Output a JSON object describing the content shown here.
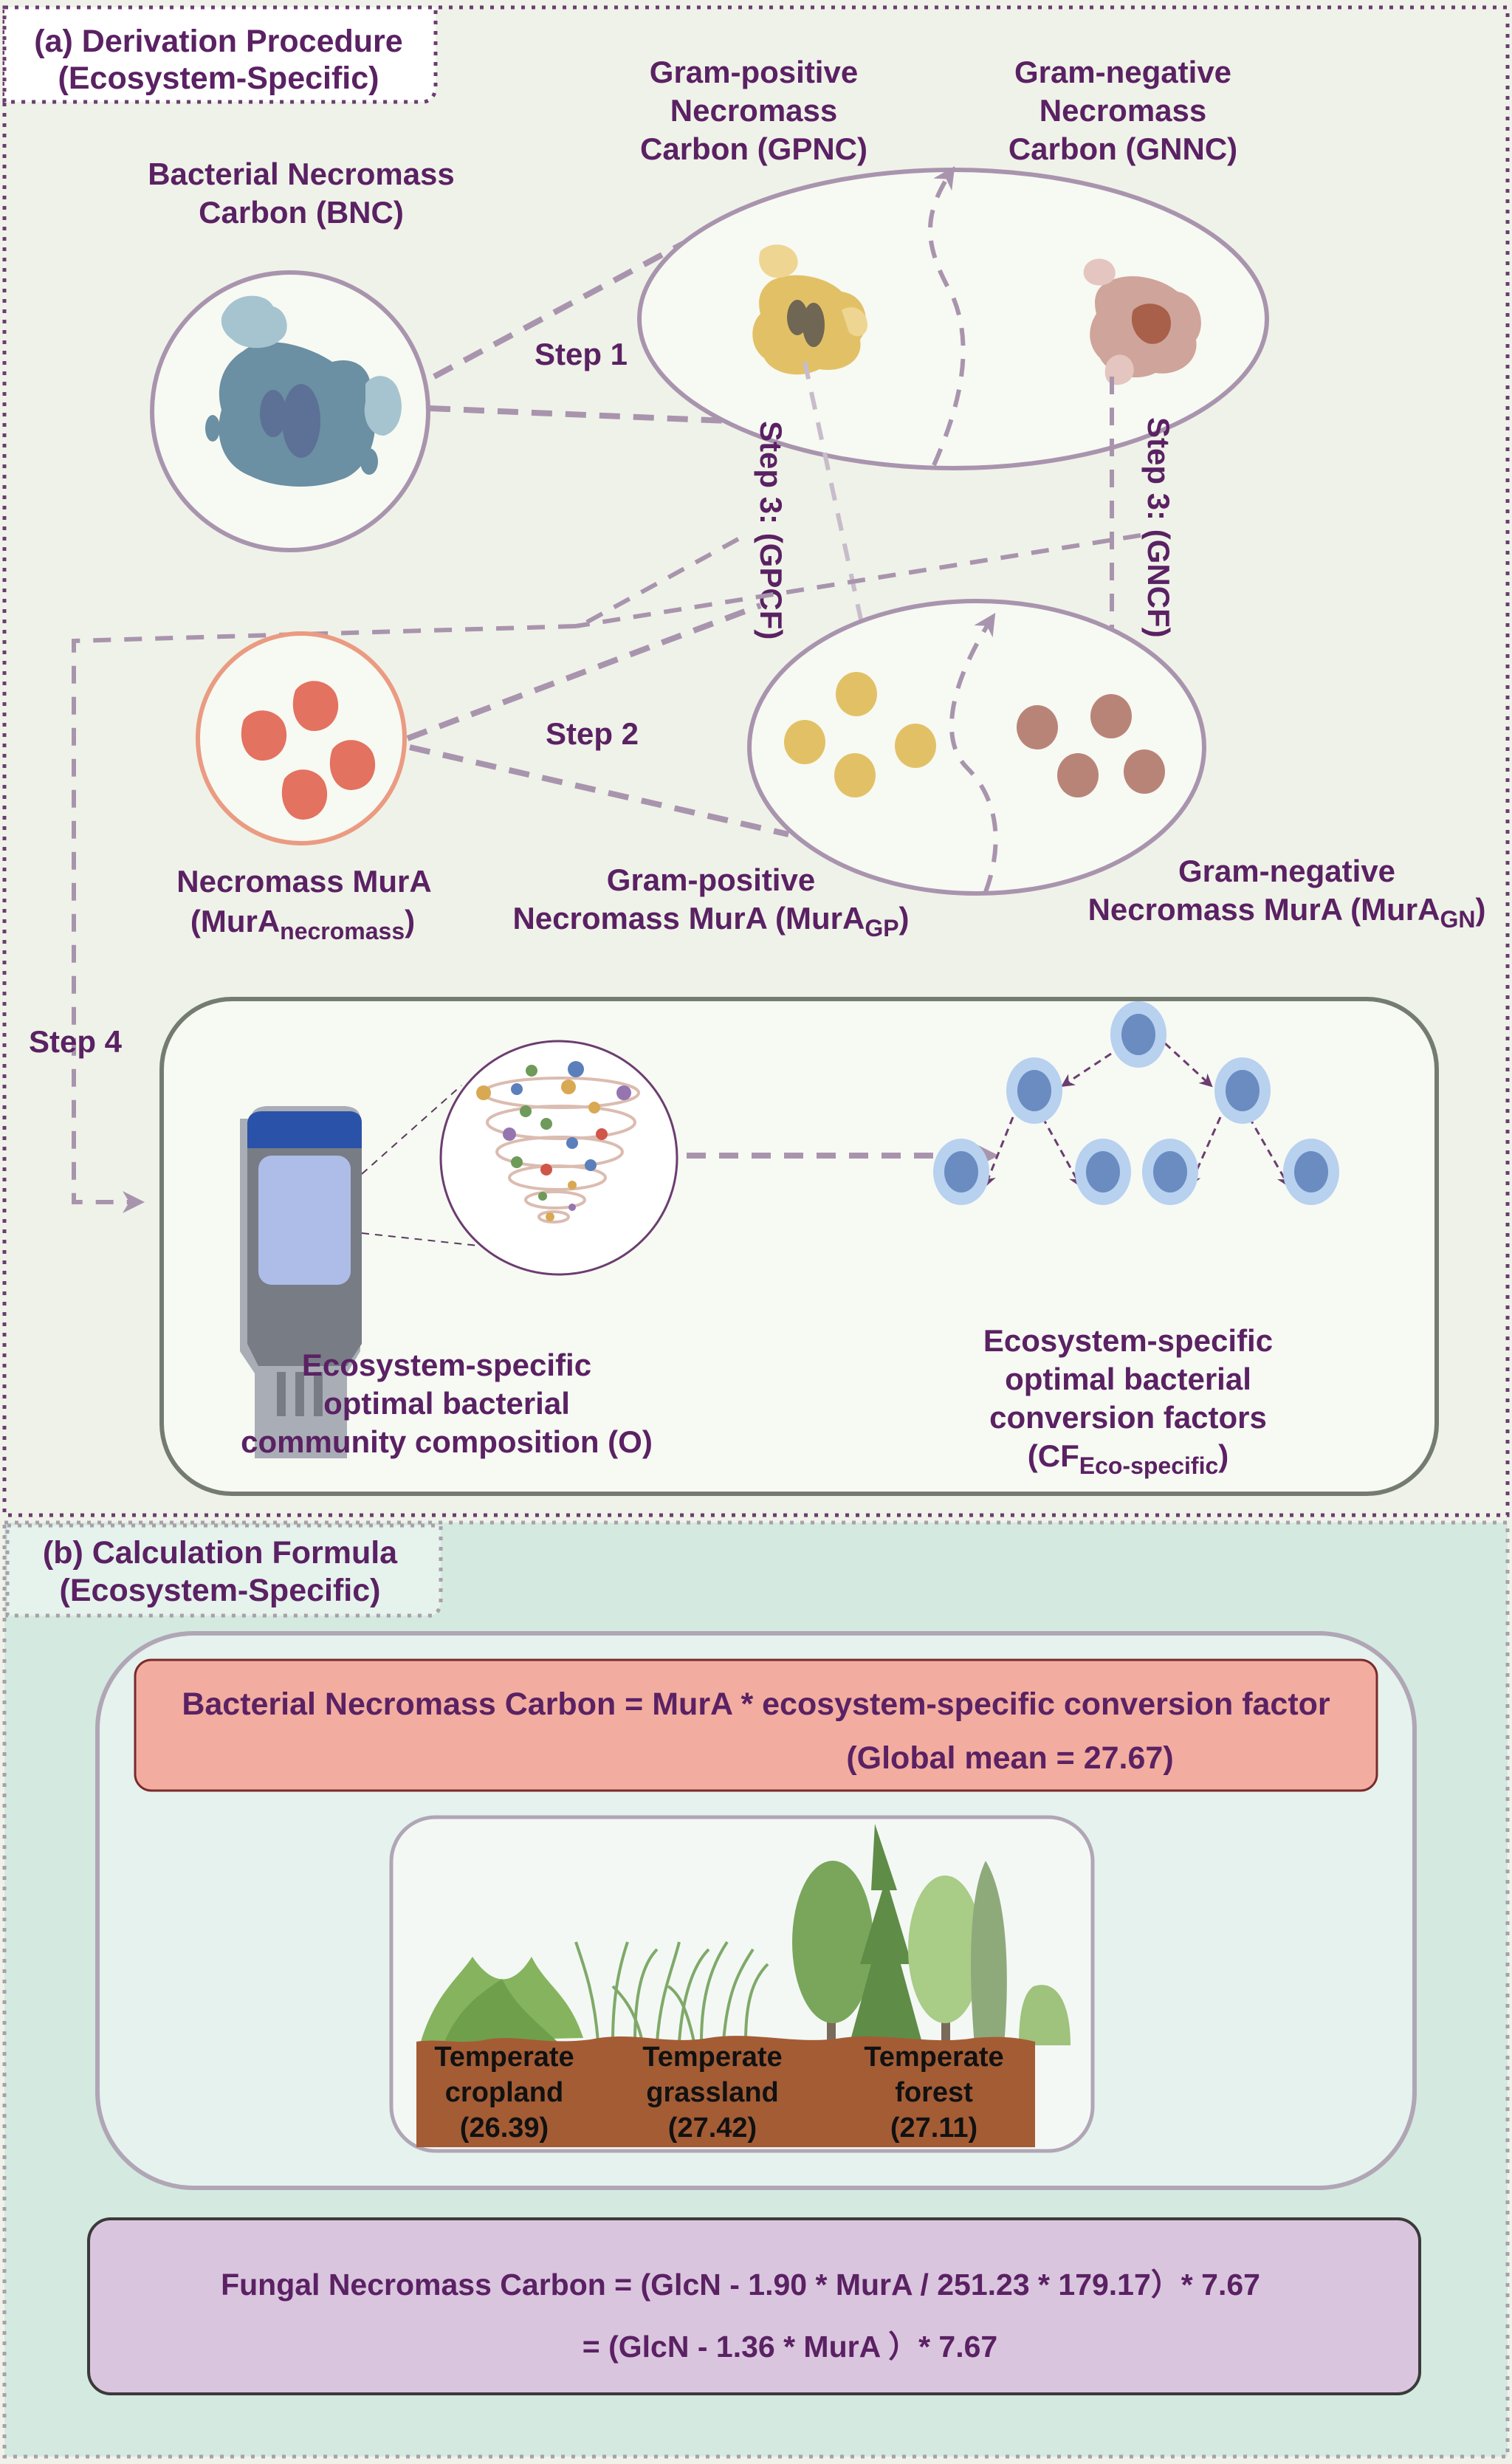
{
  "colors": {
    "text": "#5a2163",
    "panel_a_bg": "#eff2e8",
    "panel_b_bg": "#d4e9e0",
    "dash": "#a994ae",
    "bnc_cell": "#6b8fa3",
    "gp_color": "#e2c166",
    "gn_color": "#b98478",
    "murA_color": "#e37260",
    "red_box": "#f2ada0",
    "fungal_box": "#dac5de",
    "cell_node": "#aecbea",
    "cell_nucleus": "#6a8cc1"
  },
  "panel_a": {
    "title_line1": "(a) Derivation Procedure",
    "title_line2": "(Ecosystem-Specific)",
    "bnc": {
      "line1": "Bacterial Necromass",
      "line2": "Carbon (BNC)"
    },
    "gpnc": {
      "line1": "Gram-positive",
      "line2": "Necromass",
      "line3": "Carbon (GPNC)"
    },
    "gnnc": {
      "line1": "Gram-negative",
      "line2": "Necromass",
      "line3": "Carbon (GNNC)"
    },
    "step1": "Step 1",
    "step2": "Step 2",
    "step3_gp": "Step 3: (GPCF)",
    "step3_gn": "Step 3: (GNCF)",
    "step4": "Step 4",
    "murA_necromass": {
      "line1": "Necromass MurA",
      "line2_main": "(MurA",
      "line2_sub": "necromass",
      "line2_end": ")"
    },
    "murA_gp": {
      "line1": "Gram-positive",
      "line2_main": "Necromass MurA (MurA",
      "line2_sub": "GP",
      "line2_end": ")"
    },
    "murA_gn": {
      "line1": "Gram-negative",
      "line2_main": "Necromass MurA (MurA",
      "line2_sub": "GN",
      "line2_end": ")"
    },
    "community": {
      "line1": "Ecosystem-specific",
      "line2": "optimal bacterial",
      "line3": "community composition (O)"
    },
    "cf": {
      "line1": "Ecosystem-specific",
      "line2": "optimal bacterial",
      "line3": "conversion factors",
      "line4_main": "(CF",
      "line4_sub": "Eco-specific",
      "line4_end": ")"
    }
  },
  "panel_b": {
    "title_line1": "(b) Calculation Formula",
    "title_line2": "(Ecosystem-Specific)",
    "bacterial_formula": "Bacterial Necromass Carbon = MurA * ecosystem-specific conversion factor",
    "global_mean": "(Global mean = 27.67)",
    "ecosystems": [
      {
        "line1": "Temperate",
        "line2": "cropland",
        "value": "(26.39)"
      },
      {
        "line1": "Temperate",
        "line2": "grassland",
        "value": "(27.42)"
      },
      {
        "line1": "Temperate",
        "line2": "forest",
        "value": "(27.11)"
      }
    ],
    "fungal_formula_line1": "Fungal Necromass Carbon = (GlcN - 1.90 * MurA / 251.23 * 179.17）* 7.67",
    "fungal_formula_line2": "= (GlcN - 1.36 * MurA ）* 7.67"
  }
}
